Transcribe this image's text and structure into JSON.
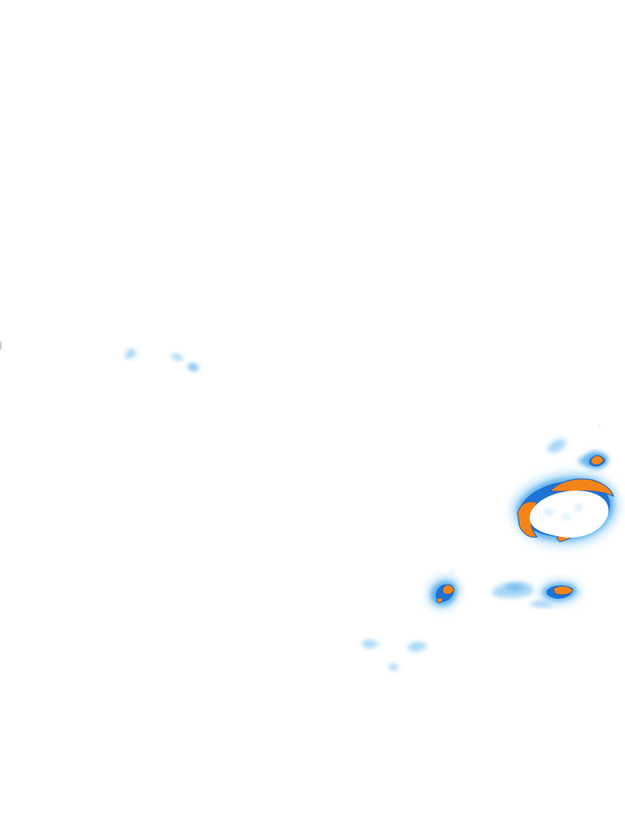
{
  "map": {
    "layer": "precipitation-radar-tile",
    "background_color": "#ffffff",
    "intensity_colors": {
      "very_light": "#aad8f7",
      "light": "#5fb2ee",
      "moderate": "#1e73d6",
      "heavy": "#f58418",
      "heavy_outline": "#1a5fc0"
    },
    "cells": [
      {
        "name": "cell-far-west-a",
        "intensity": "very_light"
      },
      {
        "name": "cell-far-west-b",
        "intensity": "very_light"
      },
      {
        "name": "cell-far-west-c",
        "intensity": "light"
      },
      {
        "name": "cell-northeast-fragment",
        "intensity": "light"
      },
      {
        "name": "cell-northeast-small-core",
        "intensity": "heavy"
      },
      {
        "name": "cell-ring-storm",
        "intensity": "heavy"
      },
      {
        "name": "cell-south-central-core",
        "intensity": "heavy"
      },
      {
        "name": "cell-south-east-wisp",
        "intensity": "very_light"
      },
      {
        "name": "cell-south-east-core",
        "intensity": "heavy"
      },
      {
        "name": "cell-south-scatter",
        "intensity": "very_light"
      }
    ]
  }
}
